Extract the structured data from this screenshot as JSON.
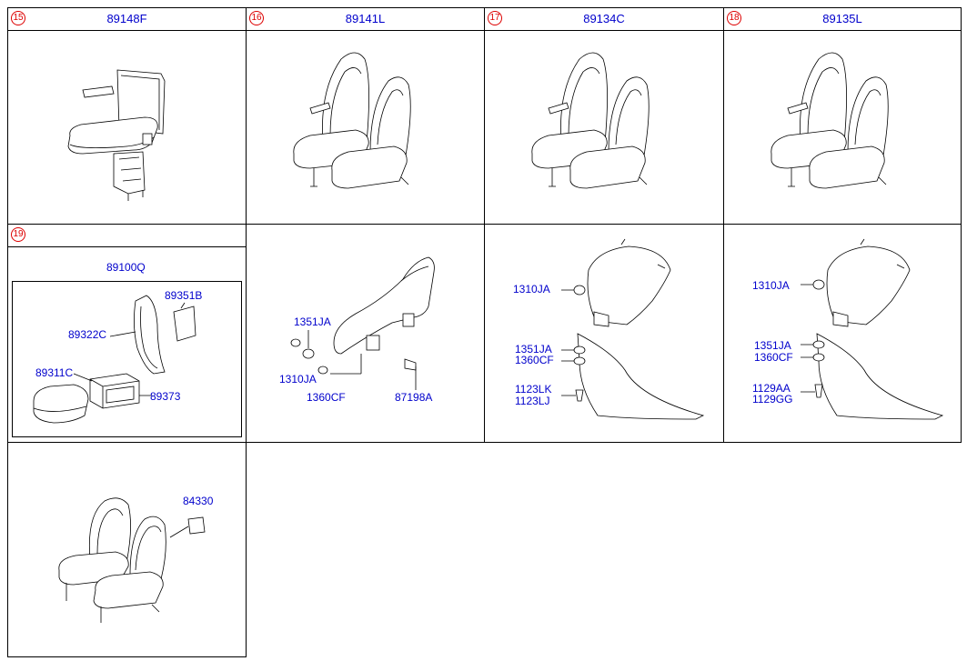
{
  "panels": [
    {
      "number": "15",
      "title": "89148F"
    },
    {
      "number": "16",
      "title": "89141L"
    },
    {
      "number": "17",
      "title": "89134C"
    },
    {
      "number": "18",
      "title": "89135L"
    },
    {
      "number": "19",
      "title": ""
    }
  ],
  "p19": {
    "assembly": "89100Q",
    "c1": "89351B",
    "c2": "89322C",
    "c3": "89311C",
    "c4": "89373"
  },
  "p20": {
    "c1": "1351JA",
    "c2": "1310JA",
    "c3": "1360CF",
    "c4": "87198A"
  },
  "p21": {
    "c1": "1310JA",
    "c2": "1351JA",
    "c3": "1360CF",
    "c4": "1123LK",
    "c5": "1123LJ"
  },
  "p22": {
    "c1": "1310JA",
    "c2": "1351JA",
    "c3": "1360CF",
    "c4": "1129AA",
    "c5": "1129GG"
  },
  "p23": {
    "c1": "84330"
  }
}
